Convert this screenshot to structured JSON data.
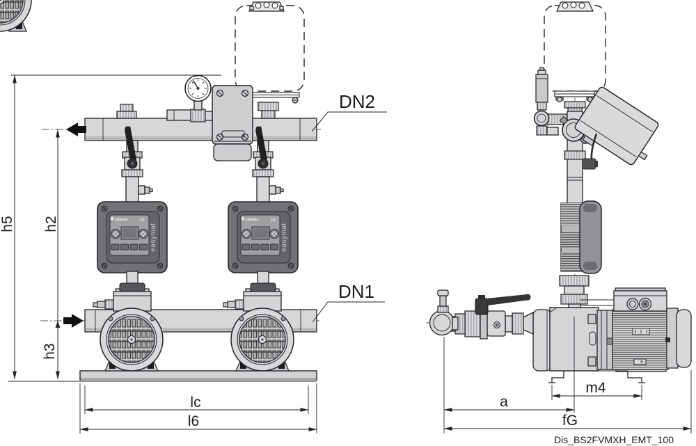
{
  "drawing_code": "Dis_BS2FVMXH_EMT_100",
  "labels": {
    "dn2": "DN2",
    "dn1": "DN1",
    "h5": "h5",
    "h2": "h2",
    "h3": "h3",
    "lc": "lc",
    "l6": "l6",
    "m4": "m4",
    "a": "a",
    "fg": "fG"
  },
  "controller": {
    "brand": "calpeda",
    "ce_mark": "CE",
    "model": "easymat"
  },
  "colors": {
    "line": "#222326",
    "pipe_fill": "#d6d7d9",
    "panel_dark": "#717275",
    "keypad": "#9fa0a2",
    "flow_arrow": "#111111",
    "background": "#ffffff"
  }
}
